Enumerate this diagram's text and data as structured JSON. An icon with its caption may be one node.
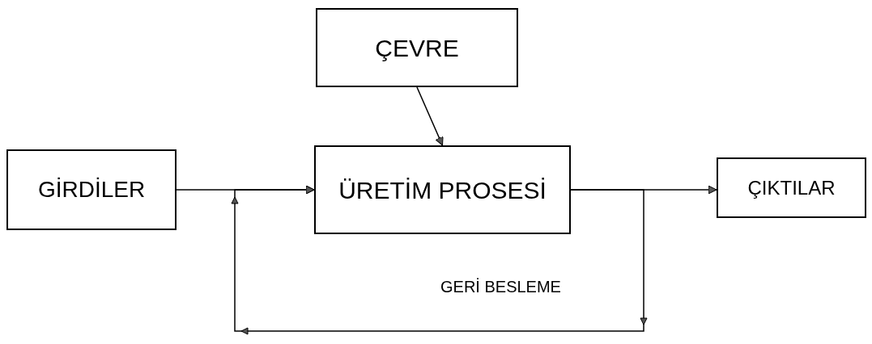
{
  "diagram": {
    "nodes": [
      {
        "text": [
          "ÇEVRE"
        ]
      },
      {
        "text": [
          "GİRDİLER"
        ]
      },
      {
        "text": [
          "ÜRETİM PROSESİ"
        ]
      },
      {
        "text": [
          "ÇIKTILAR"
        ]
      }
    ],
    "edges": [
      {
        "from": 0,
        "to": 2,
        "arrow": "to"
      },
      {
        "from": 1,
        "to": 2,
        "arrow": "to"
      },
      {
        "from": 2,
        "to": 3,
        "arrow": "to"
      },
      {
        "from": 2,
        "to": 2,
        "arrow": "to",
        "label": "GERİ BESLEME"
      }
    ]
  }
}
